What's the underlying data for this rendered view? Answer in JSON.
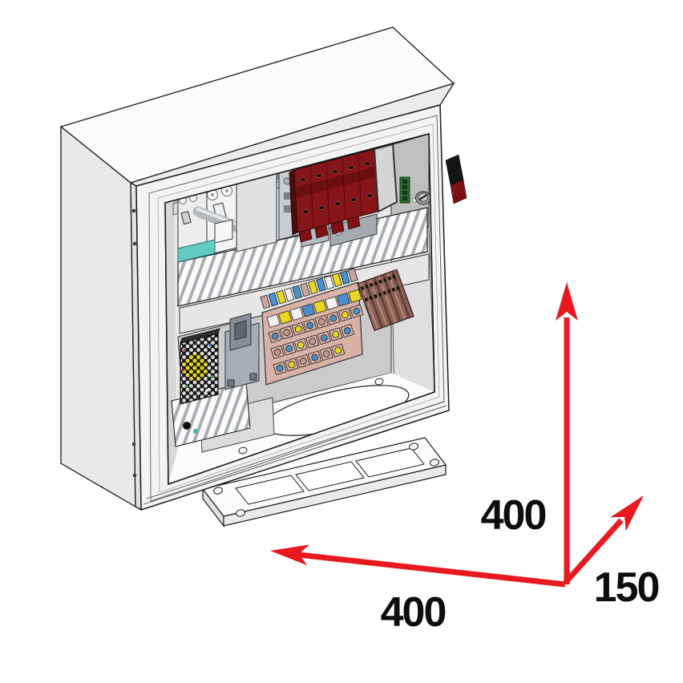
{
  "drawing": {
    "subject": "isometric CAD drawing of wall-mounted electrical enclosure with DIN-rail components and removable gland plate",
    "dimensions": {
      "height": "400",
      "width": "400",
      "depth": "150"
    },
    "arrows": [
      {
        "label": "400",
        "axis": "height",
        "direction": "up"
      },
      {
        "label": "400",
        "axis": "width",
        "direction": "left"
      },
      {
        "label": "150",
        "axis": "depth",
        "direction": "up-right"
      }
    ],
    "colors": {
      "arrow_red": "#e8191f",
      "label_black": "#0d0d0d",
      "enclosure_gray": "#e9e9e9",
      "spd_maroon": "#871419",
      "breaker_teal": "#62ccc3",
      "terminal_tan": "#d8b1a7",
      "terminal_blue": "#4a8fc7",
      "terminal_yellow": "#e8d822",
      "connector_green": "#2e6b32"
    },
    "parts": [
      "enclosure-body",
      "door-frame",
      "circuit-breakers",
      "control-module",
      "surge-protection-block",
      "slotted-cable-duct",
      "perforated-power-supply",
      "relay-module",
      "multicolor-terminal-blocks",
      "brown-terminal-strip",
      "green-plug-connector",
      "quarter-turn-lock",
      "gland-plate",
      "oval-cable-entry"
    ]
  }
}
